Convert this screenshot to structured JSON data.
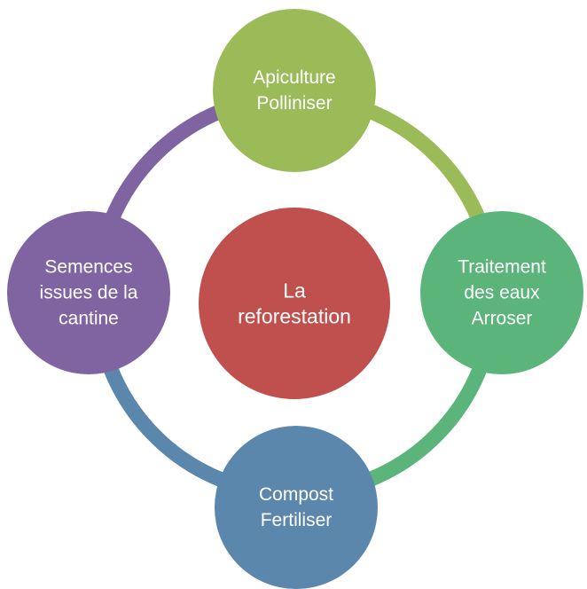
{
  "center": {
    "lines": [
      "La",
      "reforestation"
    ],
    "color": "#C0504D"
  },
  "nodes": [
    {
      "id": "top",
      "lines": [
        "Apiculture",
        "Polliniser"
      ],
      "color": "#9BBB59"
    },
    {
      "id": "right",
      "lines": [
        "Traitement",
        "des eaux",
        "Arroser"
      ],
      "color": "#5BB47A"
    },
    {
      "id": "bottom",
      "lines": [
        "Compost",
        "Fertiliser"
      ],
      "color": "#5B87AC"
    },
    {
      "id": "left",
      "lines": [
        "Semences",
        "issues de la",
        "cantine"
      ],
      "color": "#8064A2"
    }
  ],
  "arcs": [
    {
      "from": "top",
      "to": "right",
      "color": "#9BBB59"
    },
    {
      "from": "right",
      "to": "bottom",
      "color": "#5BB47A"
    },
    {
      "from": "bottom",
      "to": "left",
      "color": "#5B87AC"
    },
    {
      "from": "left",
      "to": "top",
      "color": "#8064A2"
    }
  ]
}
